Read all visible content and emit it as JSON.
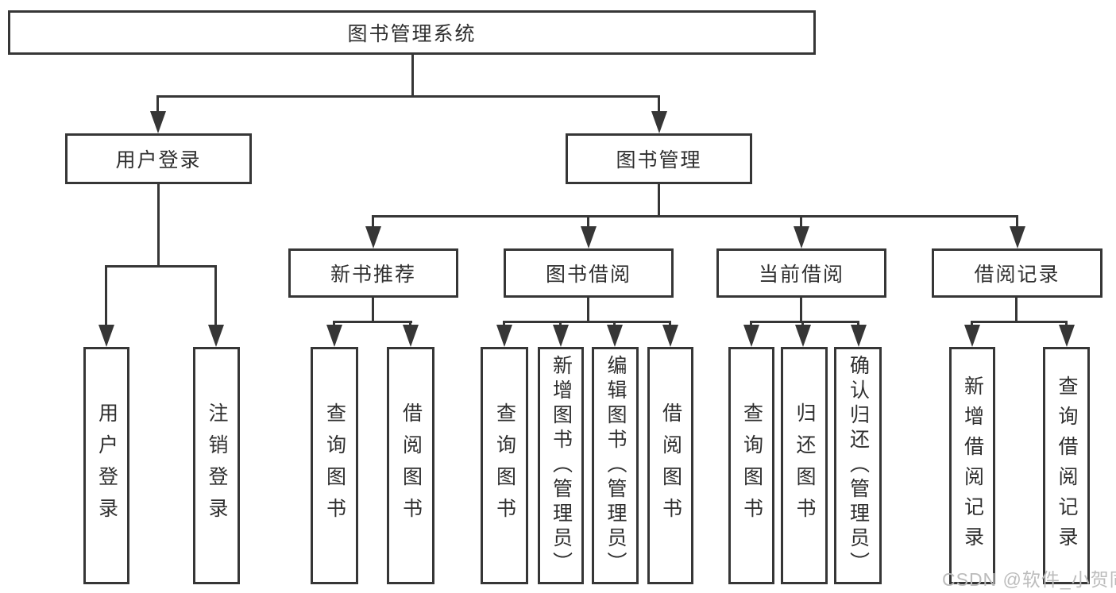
{
  "palette": {
    "line_color": "#363636",
    "text_color": "#2f2f2f",
    "watermark_color": "#bcbcbc",
    "background": "#ffffff"
  },
  "diagram": {
    "type": "hierarchy-tree",
    "root": {
      "label": "图书管理系统",
      "children": [
        {
          "label": "用户登录",
          "children": [
            {
              "label": "用户登录"
            },
            {
              "label": "注销登录"
            }
          ]
        },
        {
          "label": "图书管理",
          "children": [
            {
              "label": "新书推荐",
              "children": [
                {
                  "label": "查询图书"
                },
                {
                  "label": "借阅图书"
                }
              ]
            },
            {
              "label": "图书借阅",
              "children": [
                {
                  "label": "查询图书"
                },
                {
                  "label": "新增图书（管理员）"
                },
                {
                  "label": "编辑图书（管理员）"
                },
                {
                  "label": "借阅图书"
                }
              ]
            },
            {
              "label": "当前借阅",
              "children": [
                {
                  "label": "查询图书"
                },
                {
                  "label": "归还图书"
                },
                {
                  "label": "确认归还（管理员）"
                }
              ]
            },
            {
              "label": "借阅记录",
              "children": [
                {
                  "label": "新增借阅记录"
                },
                {
                  "label": "查询借阅记录"
                }
              ]
            }
          ]
        }
      ]
    }
  },
  "watermark": {
    "text": "CSDN @软件_小贺同学"
  }
}
